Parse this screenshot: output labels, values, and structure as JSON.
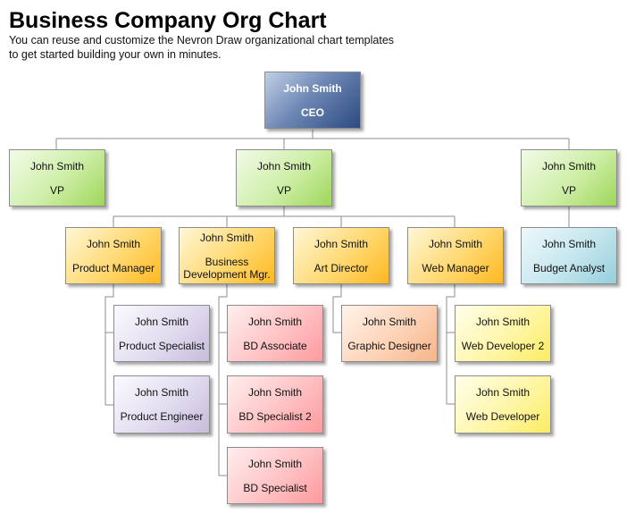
{
  "header": {
    "title": "Business Company Org Chart",
    "subtitle": "You can reuse and customize the Nevron Draw organizational chart templates to get started building your own in minutes."
  },
  "org": {
    "ceo": {
      "name": "John Smith",
      "role": "CEO"
    },
    "vp_left": {
      "name": "John Smith",
      "role": "VP"
    },
    "vp_center": {
      "name": "John Smith",
      "role": "VP"
    },
    "vp_right": {
      "name": "John Smith",
      "role": "VP"
    },
    "product_manager": {
      "name": "John Smith",
      "role": "Product Manager"
    },
    "bd_manager": {
      "name": "John Smith",
      "role_line1": "Business",
      "role_line2": "Development Mgr."
    },
    "art_director": {
      "name": "John Smith",
      "role": "Art Director"
    },
    "web_manager": {
      "name": "John Smith",
      "role": "Web Manager"
    },
    "budget_analyst": {
      "name": "John Smith",
      "role": "Budget Analyst"
    },
    "product_specialist": {
      "name": "John Smith",
      "role": "Product Specialist"
    },
    "product_engineer": {
      "name": "John Smith",
      "role": "Product Engineer"
    },
    "bd_associate": {
      "name": "John Smith",
      "role": "BD Associate"
    },
    "bd_specialist_2": {
      "name": "John Smith",
      "role": "BD Specialist 2"
    },
    "bd_specialist": {
      "name": "John Smith",
      "role": "BD Specialist"
    },
    "graphic_designer": {
      "name": "John Smith",
      "role": "Graphic Designer"
    },
    "web_developer_2": {
      "name": "John Smith",
      "role": "Web Developer 2"
    },
    "web_developer": {
      "name": "John Smith",
      "role": "Web Developer"
    }
  },
  "colors": {
    "ceo": "#2c4a80",
    "vp": "#9ed65a",
    "manager": "#ffb820",
    "analyst": "#95cfdc",
    "product_staff": "#c6bcdc",
    "bd_staff": "#ff9a9e",
    "design_staff": "#f6b48a",
    "web_staff": "#fbec62",
    "connector": "#8c8c8c"
  }
}
